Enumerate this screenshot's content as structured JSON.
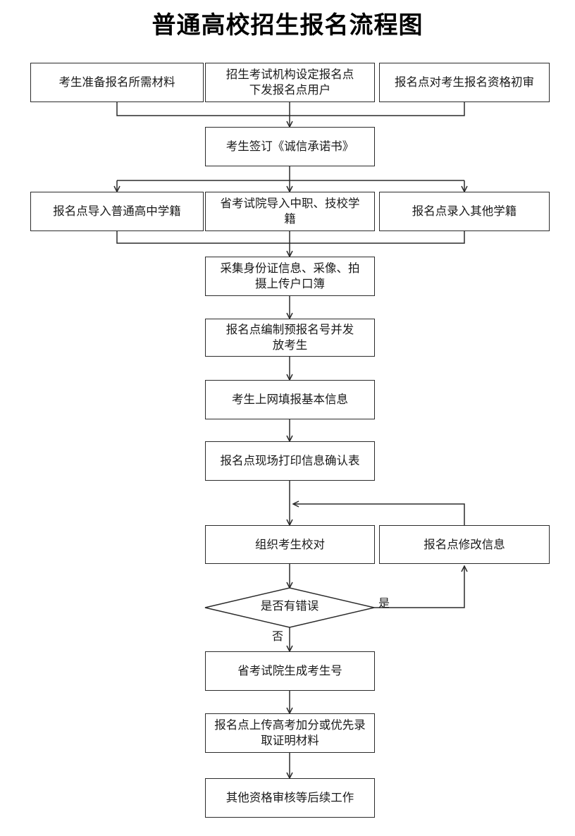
{
  "title": "普通高校招生报名流程图",
  "steps": {
    "prepare": "考生准备报名所需材料",
    "setup": "招生考试机构设定报名点下发报名点用户",
    "qualify": "报名点对考生报名资格初审",
    "sign": "考生签订《诚信承诺书》",
    "import_high": "报名点导入普通高中学籍",
    "import_vocational": "省考试院导入中职、技校学籍",
    "enter_other": "报名点录入其他学籍",
    "collect": "采集身份证信息、采像、拍摄上传户口簿",
    "number": "报名点编制预报名号并发放考生",
    "online": "考生上网填报基本信息",
    "print": "报名点现场打印信息确认表",
    "proofread": "组织考生校对",
    "modify": "报名点修改信息",
    "error_check": "是否有错误",
    "generate": "省考试院生成考生号",
    "upload": "报名点上传高考加分或优先录取证明材料",
    "other_review": "其他资格审核等后续工作"
  },
  "labels": {
    "yes": "是",
    "no": "否"
  }
}
